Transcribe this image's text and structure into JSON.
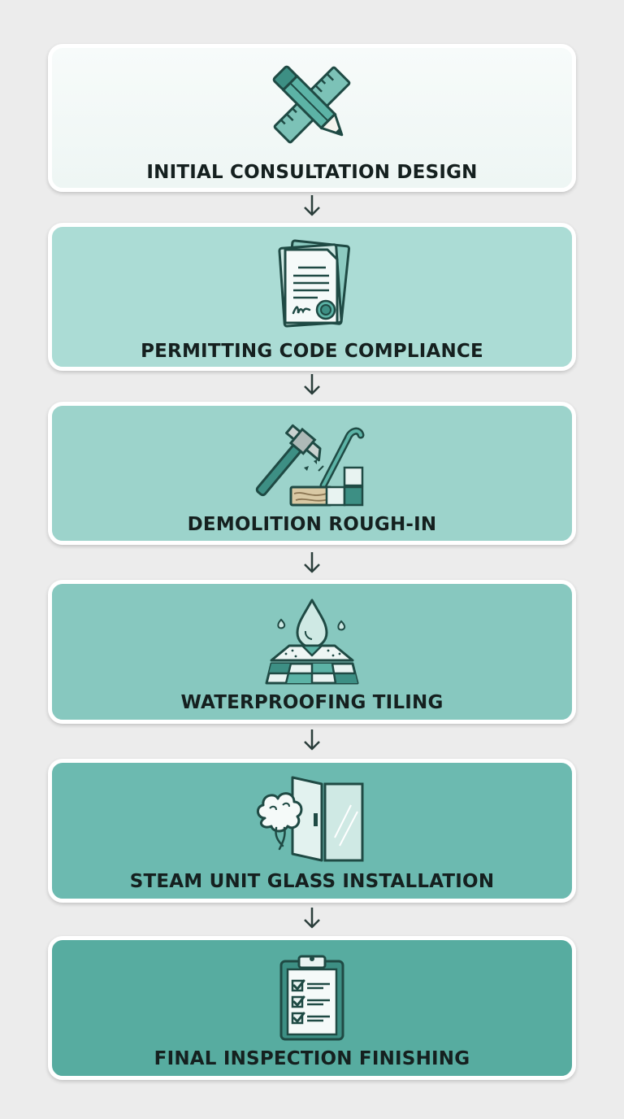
{
  "colors": {
    "page_background": "#ececec",
    "stroke": "#1f4a44",
    "accent_teal": "#5cb3a6",
    "card_fills": [
      "#f3f9f7",
      "#abdcd5",
      "#9cd3cb",
      "#87c8bf",
      "#6cbab0",
      "#57aca0"
    ]
  },
  "steps": [
    {
      "label": "INITIAL CONSULTATION DESIGN",
      "icon": "pencil-ruler-icon"
    },
    {
      "label": "PERMITTING CODE COMPLIANCE",
      "icon": "permit-document-icon"
    },
    {
      "label": "DEMOLITION ROUGH-IN",
      "icon": "hammer-crowbar-icon"
    },
    {
      "label": "WATERPROOFING TILING",
      "icon": "water-drop-tile-icon"
    },
    {
      "label": "STEAM UNIT GLASS INSTALLATION",
      "icon": "steam-glass-door-icon"
    },
    {
      "label": "FINAL INSPECTION FINISHING",
      "icon": "checklist-clipboard-icon"
    }
  ]
}
